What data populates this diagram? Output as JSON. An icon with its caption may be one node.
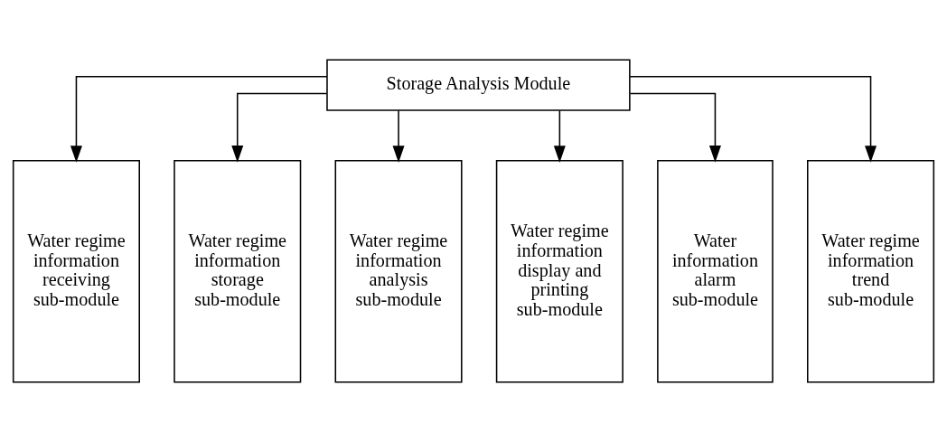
{
  "diagram": {
    "nodes": [
      {
        "text": [
          "Storage Analysis Module"
        ]
      },
      {
        "text": [
          "Water regime information receiving sub-module"
        ]
      },
      {
        "text": [
          "Water regime information storage sub-module"
        ]
      },
      {
        "text": [
          "Water regime information analysis sub-module"
        ]
      },
      {
        "text": [
          "Water regime information display and printing sub-module"
        ]
      },
      {
        "text": [
          "Water information alarm sub-module"
        ]
      },
      {
        "text": [
          "Water regime information trend sub-module"
        ]
      }
    ],
    "edges": [
      {
        "from": 0,
        "to": 1,
        "arrow": "to"
      },
      {
        "from": 0,
        "to": 2,
        "arrow": "to"
      },
      {
        "from": 0,
        "to": 3,
        "arrow": "to"
      },
      {
        "from": 0,
        "to": 4,
        "arrow": "to"
      },
      {
        "from": 0,
        "to": 5,
        "arrow": "to"
      },
      {
        "from": 0,
        "to": 6,
        "arrow": "to"
      }
    ]
  }
}
